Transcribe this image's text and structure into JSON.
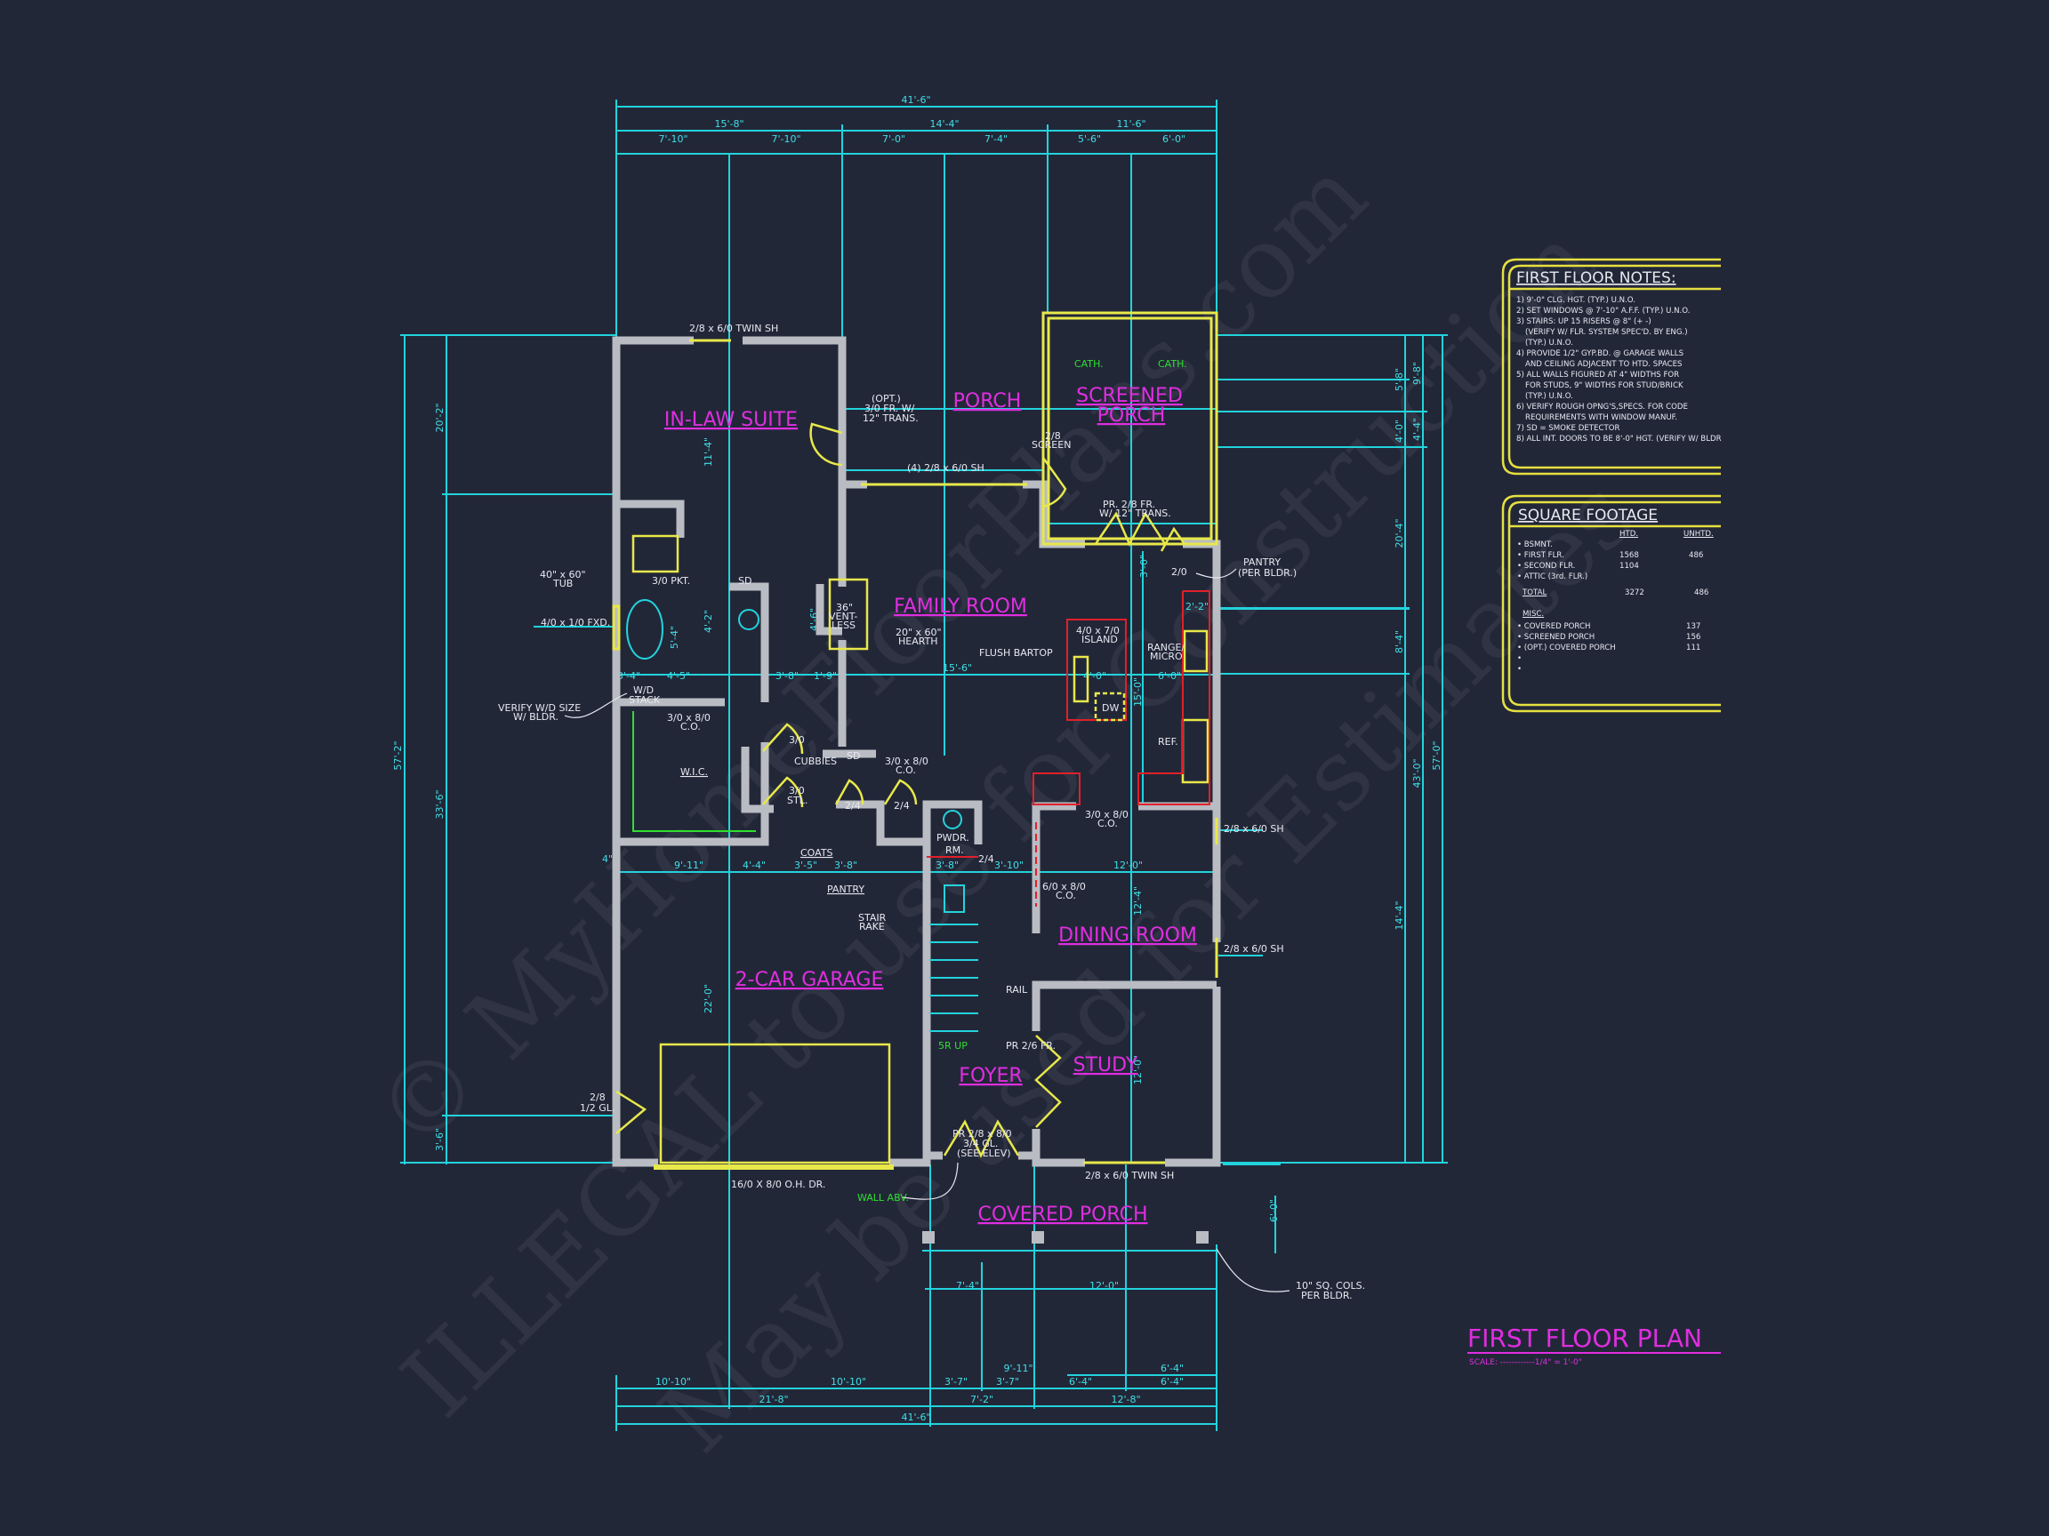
{
  "plan": {
    "title": "FIRST FLOOR PLAN",
    "scale": "SCALE: ------------1/4\" = 1'-0\"",
    "watermark": [
      "© MyHomeFloorPlans.com",
      "ILLEGAL to use for Construction",
      "May be used for Estimates"
    ]
  },
  "rooms": {
    "in_law_suite": "IN-LAW SUITE",
    "porch": "PORCH",
    "screened_porch_1": "SCREENED",
    "screened_porch_2": "PORCH",
    "family_room": "FAMILY ROOM",
    "garage": "2-CAR GARAGE",
    "dining_room": "DINING ROOM",
    "study": "STUDY",
    "foyer": "FOYER",
    "covered_porch": "COVERED PORCH"
  },
  "dimensions": {
    "top_total": "41'-6\"",
    "top_mid": [
      "15'-8\"",
      "14'-4\"",
      "11'-6\""
    ],
    "top_detail": [
      "7'-10\"",
      "7'-10\"",
      "7'-0\"",
      "7'-4\"",
      "5'-6\"",
      "6'-0\""
    ],
    "bottom_upper": [
      "9'-11\"",
      "6'-4\""
    ],
    "bottom_detail": [
      "10'-10\"",
      "10'-10\"",
      "3'-7\"",
      "3'-7\"",
      "6'-4\"",
      "6'-4\""
    ],
    "bottom_mid": [
      "21'-8\"",
      "7'-2\"",
      "12'-8\""
    ],
    "bottom_total": "41'-6\"",
    "left_total": "57'-2\"",
    "left_parts": [
      "20'-2\"",
      "33'-6\"",
      "3'-6\""
    ],
    "right_inner": [
      "5'-8\"",
      "4'-0\"",
      "20'-4\"",
      "8'-4\"",
      "14'-4\""
    ],
    "right_mid": [
      "9'-8\"",
      "4'-4\"",
      "43'-0\""
    ],
    "right_total": "57'-0\"",
    "interior": [
      "11'-4\"",
      "22'-0\"",
      "15'-6\"",
      "15'-0\"",
      "12'-4\"",
      "12'-0\"",
      "12'-0\"",
      "9'-11\"",
      "4'-4\"",
      "3'-5\"",
      "3'-8\"",
      "3'-8\"",
      "3'-10\"",
      "4'-5\"",
      "3'-8\"",
      "1'-9\"",
      "4'-0\"",
      "6'-0\"",
      "2'-2\"",
      "3'-0\"",
      "4'-6\"",
      "5'-4\"",
      "4'-2\"",
      "3'-4\"",
      "7'-4\"",
      "12'-0\"",
      "6'-0\""
    ]
  },
  "annotations": {
    "twin_sh_top": "2/8 x 6/0 TWIN SH",
    "opt_door_1": "(OPT.)",
    "opt_door_2": "3/0 FR. W/",
    "opt_door_3": "12\" TRANS.",
    "four_sh": "(4) 2/8 x 6/0 SH",
    "screen_1": "2/8",
    "screen_2": "SCREEN",
    "cath_1": "CATH.",
    "cath_2": "CATH.",
    "pr_fr_1": "PR. 2/8 FR.",
    "pr_fr_2": "W/ 12\" TRANS.",
    "tub_1": "40\" x 60\"",
    "tub_2": "TUB",
    "fxd": "4/0 x 1/0 FXD.",
    "pkt": "3/0 PKT.",
    "sd_1": "SD",
    "sd_2": "SD",
    "vent_1": "36\"",
    "vent_2": "VENT-",
    "vent_3": "LESS",
    "hearth_1": "20\" x 60\"",
    "hearth_2": "HEARTH",
    "flush_bartop": "FLUSH BARTOP",
    "island_1": "4/0 x 7/0",
    "island_2": "ISLAND",
    "dw": "DW",
    "range_1": "RANGE/",
    "range_2": "MICRO",
    "ref": "REF.",
    "pantry_r_1": "PANTRY",
    "pantry_r_2": "(PER BLDR.)",
    "door_2_0": "2/0",
    "wd_1": "W/D",
    "wd_2": "STACK",
    "verify_wd_1": "VERIFY W/D SIZE",
    "verify_wd_2": "W/ BLDR.",
    "co_1a": "3/0 x 8/0",
    "co_1b": "C.O.",
    "door_3_0": "3/0",
    "cubbies": "CUBBIES",
    "co_2a": "3/0 x 8/0",
    "co_2b": "C.O.",
    "stl_1": "3/0",
    "stl_2": "STL.",
    "d24_1": "2/4",
    "d24_2": "2/4",
    "d24_3": "2/4",
    "wic": "W.I.C.",
    "coats": "COATS",
    "pantry": "PANTRY",
    "pwdr_1": "PWDR.",
    "pwdr_2": "RM.",
    "co_3a": "3/0 x 8/0",
    "co_3b": "C.O.",
    "sh_r1": "2/8 x 6/0 SH",
    "sh_r2": "2/8 x 6/0 SH",
    "co_4a": "6/0 x 8/0",
    "co_4b": "C.O.",
    "stair_1": "STAIR",
    "stair_2": "RAKE",
    "rail": "RAIL",
    "up": "5R UP",
    "pr26": "PR 2/6 FR.",
    "entry_1": "PR 2/8 x 8/0",
    "entry_2": "3/4 GL.",
    "entry_3": "(SEE ELEV)",
    "gl_1": "2/8",
    "gl_2": "1/2 GL.",
    "oh_door": "16/0 X 8/0 O.H. DR.",
    "twin_sh_bottom": "2/8 x 6/0 TWIN SH",
    "wall_abv": "WALL ABV.",
    "cols_1": "10\" SQ. COLS.",
    "cols_2": "PER BLDR.",
    "four_in": "4\""
  },
  "notes": {
    "title": "FIRST FLOOR NOTES:",
    "lines": [
      "1) 9'-0\" CLG. HGT. (TYP.) U.N.O.",
      "2) SET WINDOWS @ 7'-10\" A.F.F. (TYP.) U.N.O.",
      "3) STAIRS: UP 15 RISERS @ 8\" (+ -)",
      "(VERIFY W/ FLR. SYSTEM SPEC'D. BY ENG.)",
      "(TYP.) U.N.O.",
      "4) PROVIDE 1/2\" GYP.BD. @ GARAGE WALLS",
      "AND CEILING ADJACENT TO HTD. SPACES",
      "5) ALL WALLS FIGURED AT 4\" WIDTHS FOR",
      "FOR STUDS, 9\" WIDTHS FOR STUD/BRICK",
      "(TYP.) U.N.O.",
      "6) VERIFY ROUGH OPNG'S,SPECS. FOR CODE",
      "REQUIREMENTS WITH WINDOW MANUF.",
      "7) SD = SMOKE DETECTOR",
      "8) ALL INT. DOORS TO BE 8'-0\" HGT. (VERIFY W/ BLDR"
    ]
  },
  "square_footage": {
    "title": "SQUARE FOOTAGE",
    "col_htd": "HTD.",
    "col_unhtd": "UNHTD.",
    "rows": [
      {
        "label": "• BSMNT.",
        "htd": "",
        "unhtd": ""
      },
      {
        "label": "• FIRST FLR.",
        "htd": "1568",
        "unhtd": "486"
      },
      {
        "label": "• SECOND FLR.",
        "htd": "1104",
        "unhtd": ""
      },
      {
        "label": "• ATTIC (3rd. FLR.)",
        "htd": "",
        "unhtd": ""
      }
    ],
    "total_label": "TOTAL",
    "total_htd": "3272",
    "total_unhtd": "486",
    "misc_label": "MISC.",
    "misc": [
      {
        "label": "• COVERED PORCH",
        "value": "137"
      },
      {
        "label": "• SCREENED PORCH",
        "value": "156"
      },
      {
        "label": "• (OPT.) COVERED PORCH",
        "value": "111"
      },
      {
        "label": "•",
        "value": ""
      },
      {
        "label": "•",
        "value": ""
      }
    ]
  }
}
